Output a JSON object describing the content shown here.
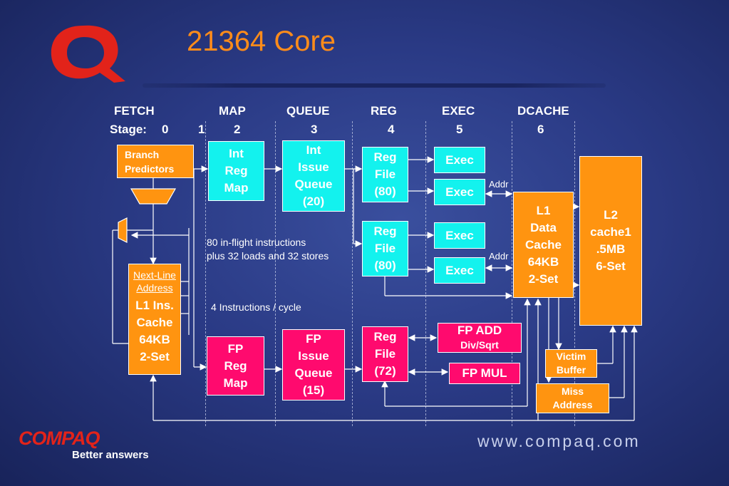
{
  "title": "21364 Core",
  "stages": {
    "fetch": "FETCH",
    "map": "MAP",
    "queue": "QUEUE",
    "reg": "REG",
    "exec": "EXEC",
    "dcache": "DCACHE",
    "stage_label": "Stage:",
    "s0": "0",
    "s1": "1",
    "s2": "2",
    "s3": "3",
    "s4": "4",
    "s5": "5",
    "s6": "6"
  },
  "blocks": {
    "branch_predictors": [
      "Branch",
      "Predictors"
    ],
    "next_line_address": [
      "Next-Line",
      "Address"
    ],
    "l1_ins_cache": [
      "L1 Ins.",
      "Cache",
      "64KB",
      "2-Set"
    ],
    "int_reg_map": [
      "Int",
      "Reg",
      "Map"
    ],
    "int_issue_queue": [
      "Int",
      "Issue",
      "Queue",
      "(20)"
    ],
    "reg_file_1": [
      "Reg",
      "File",
      "(80)"
    ],
    "reg_file_2": [
      "Reg",
      "File",
      "(80)"
    ],
    "exec_1": "Exec",
    "exec_2": "Exec",
    "exec_3": "Exec",
    "exec_4": "Exec",
    "l1_data_cache": [
      "L1",
      "Data",
      "Cache",
      "64KB",
      "2-Set"
    ],
    "l2_cache": [
      "L2",
      "cache1",
      ".5MB",
      "6-Set"
    ],
    "fp_reg_map": [
      "FP",
      "Reg",
      "Map"
    ],
    "fp_issue_queue": [
      "FP",
      "Issue",
      "Queue",
      "(15)"
    ],
    "fp_reg_file": [
      "Reg",
      "File",
      "(72)"
    ],
    "fp_add": [
      "FP ADD",
      "Div/Sqrt"
    ],
    "fp_mul": "FP MUL",
    "victim_buffer": [
      "Victim",
      "Buffer"
    ],
    "miss_address": [
      "Miss",
      "Address"
    ]
  },
  "labels": {
    "addr_1": "Addr",
    "addr_2": "Addr",
    "inflight_1": "80 in-flight instructions",
    "inflight_2": "plus 32 loads and 32 stores",
    "instr_cycle": "4 Instructions / cycle"
  },
  "branding": {
    "logo_mark": "Q",
    "logo_word": "COMPAQ",
    "tagline": "Better answers",
    "url": "www.compaq.com"
  },
  "colors": {
    "title": "#ff8c1a",
    "orange": "#ff9410",
    "cyan": "#13f2ee",
    "pink": "#ff0a6e",
    "logo_red": "#e2231a"
  }
}
